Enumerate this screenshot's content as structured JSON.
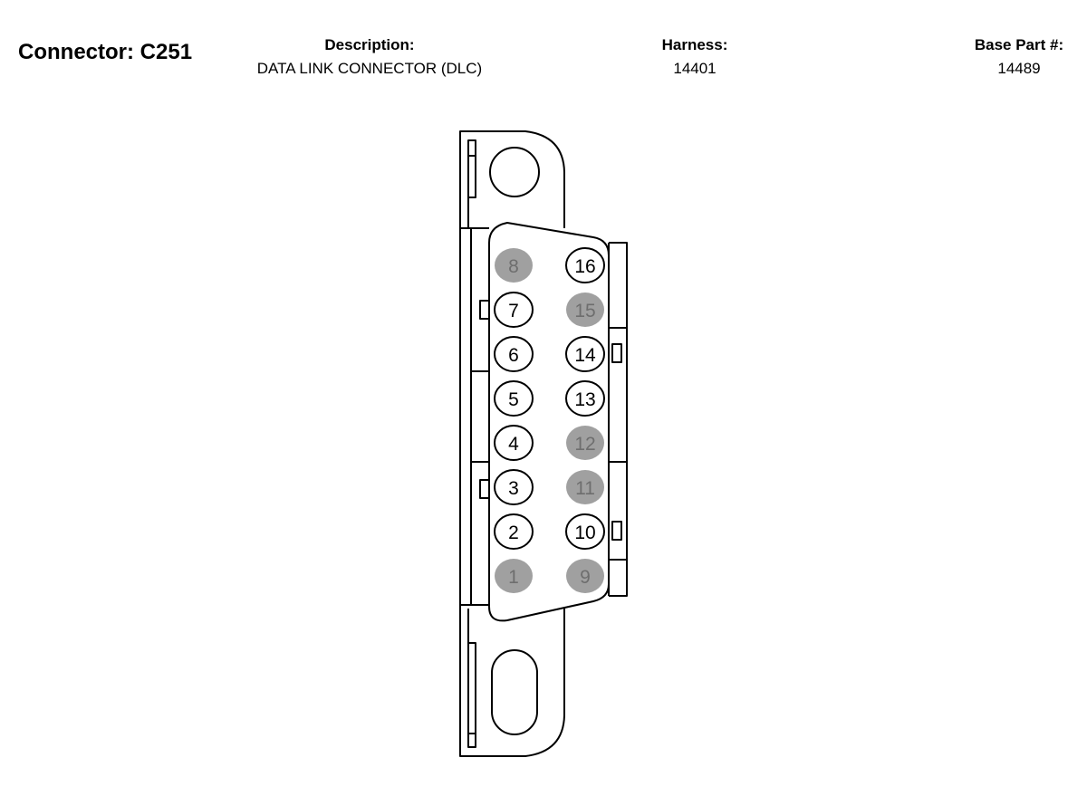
{
  "header": {
    "connector_title": "Connector: C251",
    "description_label": "Description:",
    "description_value": "DATA LINK CONNECTOR (DLC)",
    "harness_label": "Harness:",
    "harness_value": "14401",
    "base_part_label": "Base Part #:",
    "base_part_value": "14489"
  },
  "connector": {
    "colors": {
      "unused_pin_fill": "#a0a0a0",
      "unused_pin_text": "#6e6e6e",
      "stroke": "#000000"
    },
    "left_column": [
      {
        "number": "8",
        "used": false
      },
      {
        "number": "7",
        "used": true
      },
      {
        "number": "6",
        "used": true
      },
      {
        "number": "5",
        "used": true
      },
      {
        "number": "4",
        "used": true
      },
      {
        "number": "3",
        "used": true
      },
      {
        "number": "2",
        "used": true
      },
      {
        "number": "1",
        "used": false
      }
    ],
    "right_column": [
      {
        "number": "16",
        "used": true
      },
      {
        "number": "15",
        "used": false
      },
      {
        "number": "14",
        "used": true
      },
      {
        "number": "13",
        "used": true
      },
      {
        "number": "12",
        "used": false
      },
      {
        "number": "11",
        "used": false
      },
      {
        "number": "10",
        "used": true
      },
      {
        "number": "9",
        "used": false
      }
    ]
  }
}
